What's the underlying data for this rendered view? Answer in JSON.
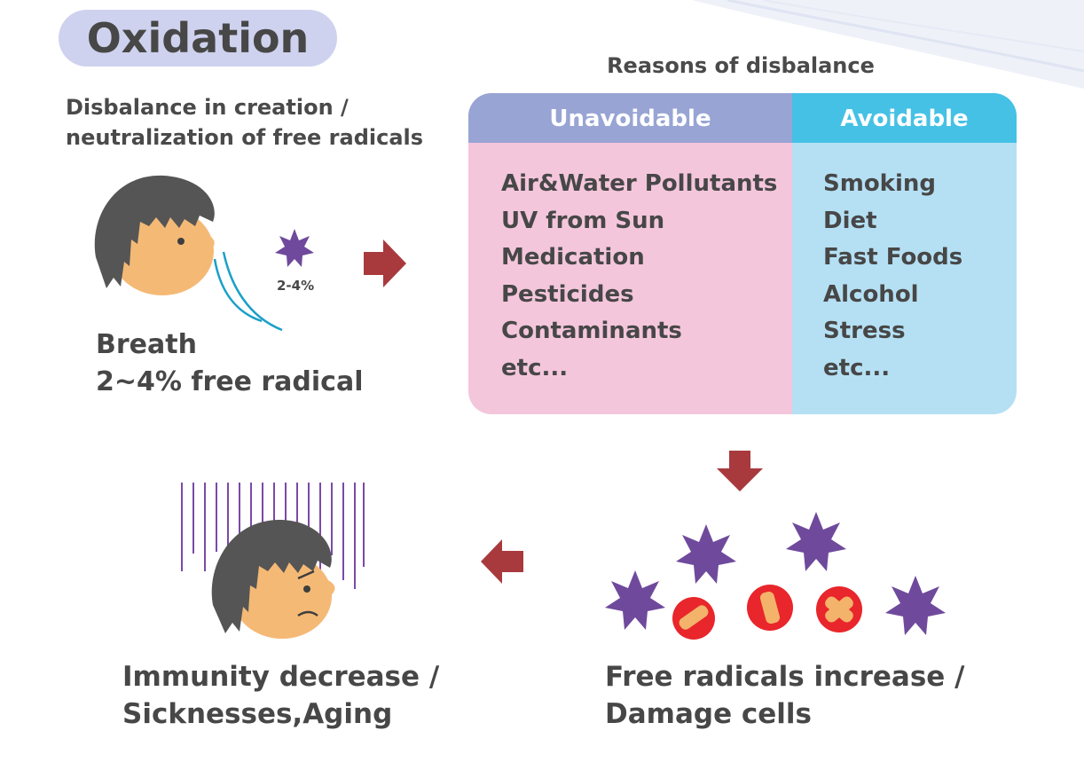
{
  "title": "Oxidation",
  "subtitle": {
    "line1": "Disbalance in creation /",
    "line2": "neutralization of free radicals"
  },
  "breath": {
    "line1": "Breath",
    "line2": "2~4% free radical",
    "percent_tag": "2-4%"
  },
  "reasons": {
    "title": "Reasons of disbalance",
    "unavoidable": {
      "header": "Unavoidable",
      "items": [
        "Air&Water Pollutants",
        "UV from Sun",
        "Medication",
        "Pesticides",
        "Contaminants",
        "etc..."
      ]
    },
    "avoidable": {
      "header": "Avoidable",
      "items": [
        "Smoking",
        "Diet",
        "Fast Foods",
        "Alcohol",
        "Stress",
        "etc..."
      ]
    }
  },
  "outcomes": {
    "increase": {
      "line1": "Free radicals increase /",
      "line2": "Damage cells"
    },
    "immunity": {
      "line1": "Immunity decrease /",
      "line2": "Sicknesses,Aging"
    }
  },
  "colors": {
    "title_pill": "#cfd2ee",
    "unavoidable_header": "#98a4d4",
    "unavoidable_body": "#f4c6dc",
    "avoidable_header": "#45c1e5",
    "avoidable_body": "#b5e0f4",
    "arrow": "#a83a3e",
    "radical": "#6f4a9c",
    "damaged_cell": "#e8262b",
    "skin": "#f5b976",
    "hair": "#555555"
  },
  "icons": [
    "face-icon",
    "breath-icon",
    "free-radical-star-icon",
    "arrow-icon",
    "damaged-cell-icon",
    "sad-face-icon"
  ]
}
